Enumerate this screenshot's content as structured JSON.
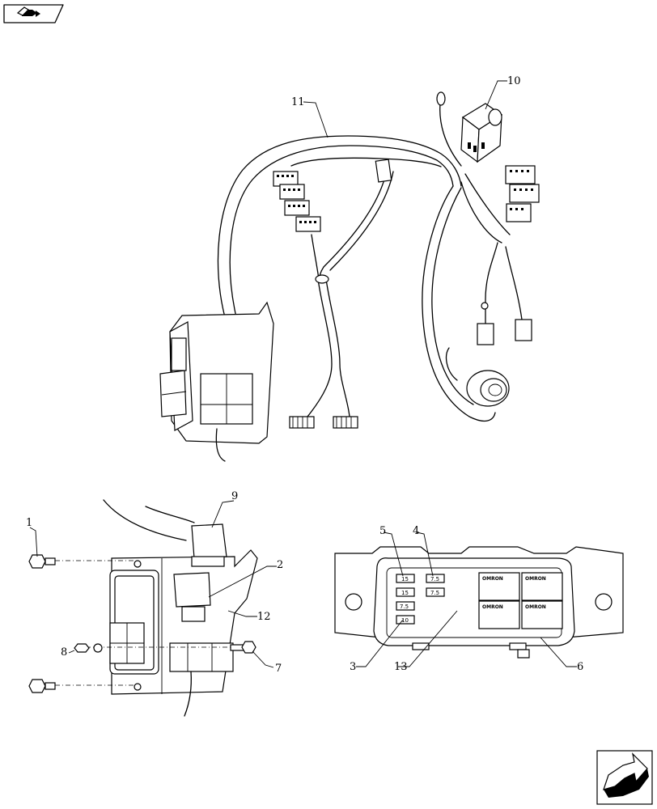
{
  "icons": {
    "top_left": "book-arrow-icon",
    "bottom_right": "next-page-arrow-icon"
  },
  "callouts": {
    "c1": "1",
    "c2": "2",
    "c3": "3",
    "c4": "4",
    "c5": "5",
    "c6": "6",
    "c7": "7",
    "c8": "8",
    "c9": "9",
    "c10": "10",
    "c11": "11",
    "c12": "12",
    "c13": "13"
  },
  "fuses": [
    "15",
    "7.5",
    "15",
    "7.5",
    "7.5",
    "10"
  ],
  "relays": [
    "OMRON",
    "OMRON",
    "OMRON",
    "OMRON"
  ]
}
